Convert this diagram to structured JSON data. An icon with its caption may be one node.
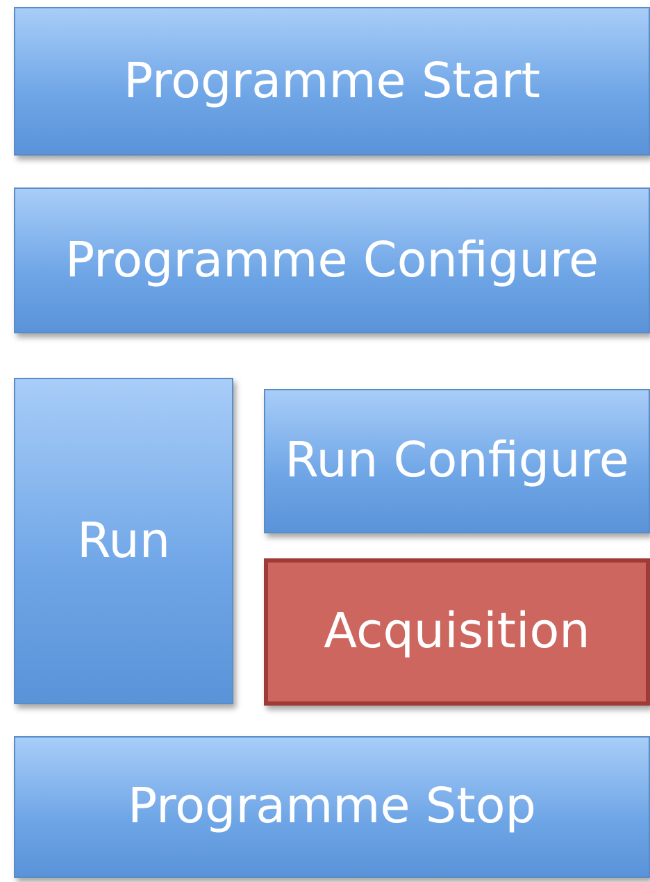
{
  "diagram": {
    "nodes": [
      {
        "text": [
          "Programme Start"
        ]
      },
      {
        "text": [
          "Programme Configure"
        ]
      },
      {
        "text": [
          "Run"
        ]
      },
      {
        "text": [
          "Run Configure"
        ]
      },
      {
        "text": [
          "Acquisition"
        ]
      },
      {
        "text": [
          "Programme Stop"
        ]
      }
    ]
  }
}
